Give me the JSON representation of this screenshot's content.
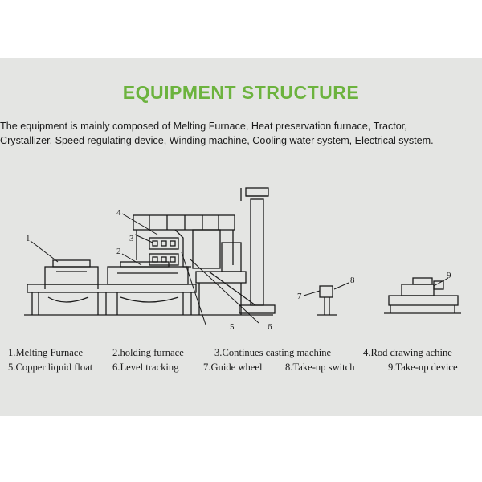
{
  "title": "EQUIPMENT STRUCTURE",
  "description": {
    "line1": "The equipment is mainly composed of Melting Furnace, Heat preservation furnace, Tractor,",
    "line2": "Crystallizer, Speed regulating device, Winding machine, Cooling water system, Electrical system."
  },
  "callouts": [
    "1",
    "2",
    "3",
    "4",
    "5",
    "6",
    "7",
    "8",
    "9"
  ],
  "legend": [
    "1.Melting Furnace",
    "2.holding furnace",
    "3.Continues casting machine",
    "4.Rod drawing achine",
    "5.Copper liquid float",
    "6.Level tracking",
    "7.Guide wheel",
    "8.Take-up switch",
    "9.Take-up device"
  ],
  "colors": {
    "accent": "#6cb33e",
    "panel": "#e4e5e3",
    "ink": "#1a1a1a"
  }
}
